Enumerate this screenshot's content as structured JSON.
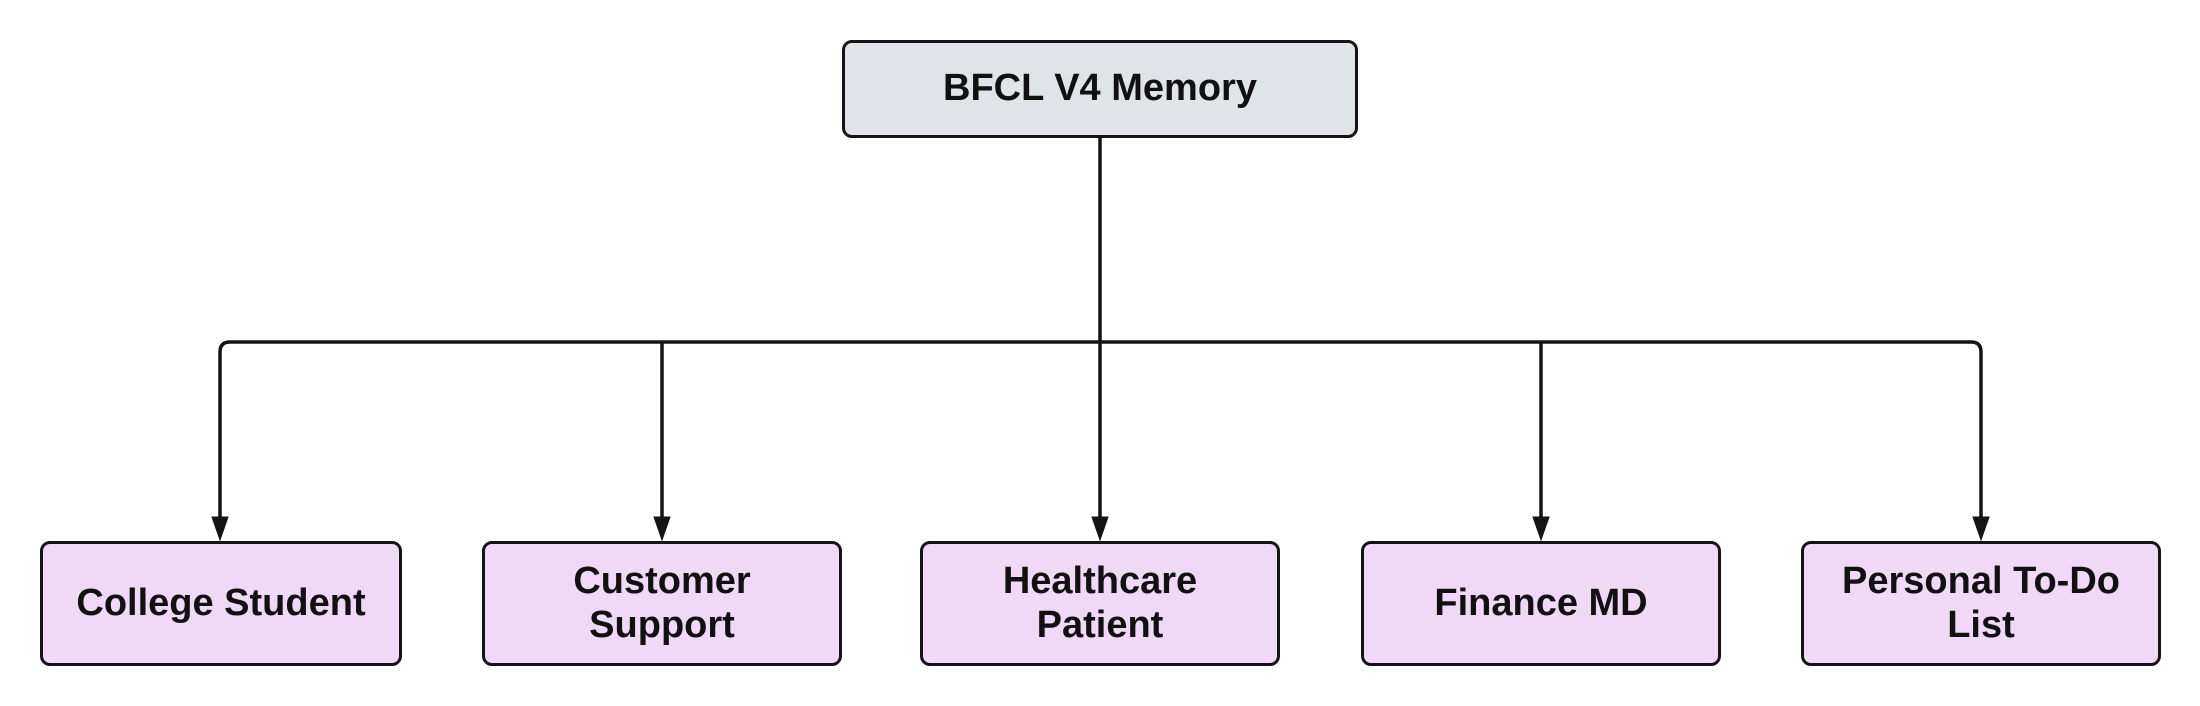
{
  "diagram": {
    "type": "flowchart",
    "direction": "top-down",
    "root": {
      "label": "BFCL V4 Memory"
    },
    "children": [
      {
        "label": "College Student"
      },
      {
        "label": "Customer\nSupport"
      },
      {
        "label": "Healthcare\nPatient"
      },
      {
        "label": "Finance MD"
      },
      {
        "label": "Personal To-Do\nList"
      }
    ]
  },
  "colors": {
    "background": "#ffffff",
    "root_fill": "#e0e4e8",
    "child_fill": "#efd9f6",
    "border": "#141414",
    "edge": "#141414",
    "text": "#111111"
  }
}
